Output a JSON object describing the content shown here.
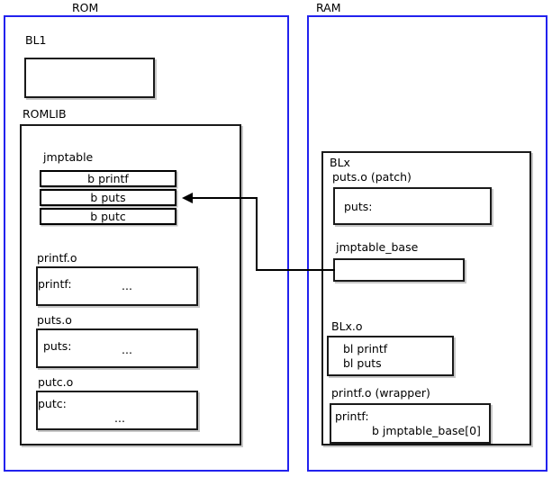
{
  "diagram": {
    "title": "ROM/RAM jump table patching diagram",
    "colors": {
      "region_border": "#2222ee",
      "box_border": "#000000",
      "background": "#ffffff"
    },
    "regions": [
      {
        "id": "rom",
        "label": "ROM"
      },
      {
        "id": "ram",
        "label": "RAM"
      }
    ],
    "rom": {
      "bl1": {
        "label": "BL1",
        "body": ""
      },
      "romlib": {
        "label": "ROMLIB",
        "jmptable": {
          "label": "jmptable",
          "rows": [
            {
              "text": "b printf"
            },
            {
              "text": "b puts"
            },
            {
              "text": "b putc"
            }
          ]
        },
        "objects": [
          {
            "label": "printf.o",
            "symbol": "printf:",
            "ellipsis": "..."
          },
          {
            "label": "puts.o",
            "symbol": "puts:",
            "ellipsis": "..."
          },
          {
            "label": "putc.o",
            "symbol": "putc:",
            "ellipsis": "..."
          }
        ]
      }
    },
    "ram": {
      "blx": {
        "label": "BLx",
        "puts_patch": {
          "label": "puts.o (patch)",
          "symbol": "puts:"
        },
        "jmptable_base": {
          "label": "jmptable_base",
          "body": ""
        },
        "blx_o": {
          "label": "BLx.o",
          "line1": "bl printf",
          "line2": "bl puts"
        },
        "printf_wrapper": {
          "label": "printf.o (wrapper)",
          "symbol": "printf:",
          "instruction": "b jmptable_base[0]"
        }
      }
    },
    "connector": {
      "name": "jmptable-base-to-b-puts-arrow",
      "from": "jmptable_base",
      "to": "b puts"
    }
  }
}
